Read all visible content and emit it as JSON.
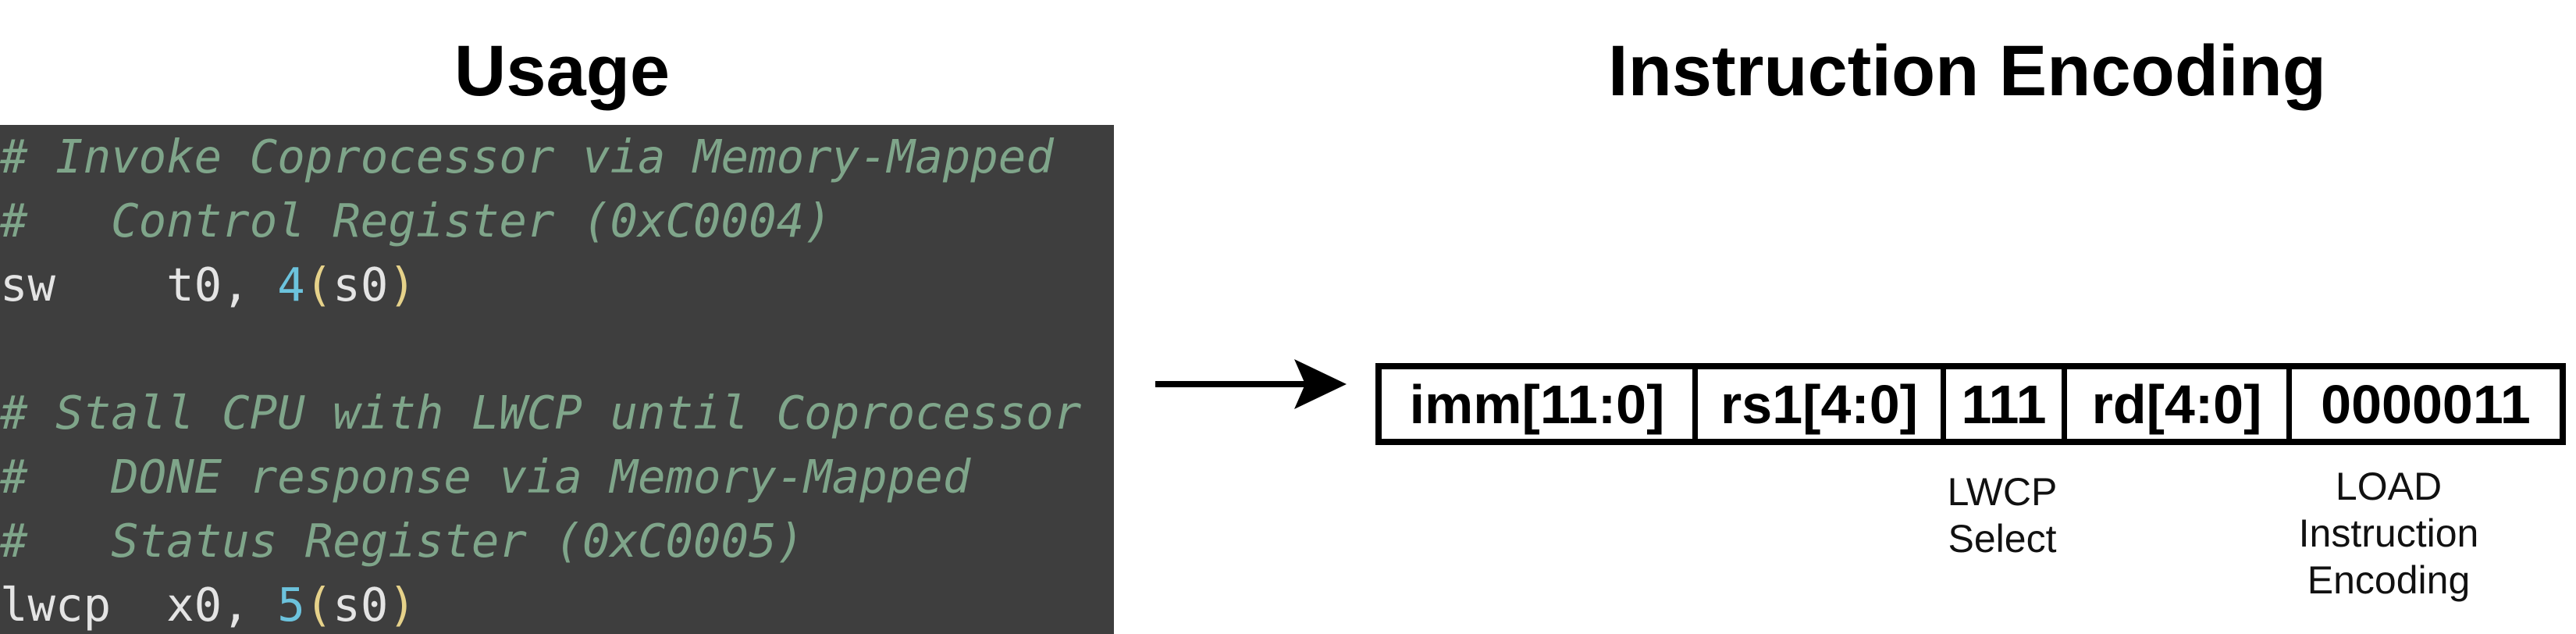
{
  "titles": {
    "usage": "Usage",
    "encoding": "Instruction Encoding"
  },
  "code": {
    "line1": "# Invoke Coprocessor via Memory-Mapped",
    "line2": "#   Control Register (0xC0004)",
    "line3": {
      "op": "sw",
      "pad": "    ",
      "reg": "t0, ",
      "offset": "4",
      "open": "(",
      "base": "s0",
      "close": ")"
    },
    "line5": "# Stall CPU with LWCP until Coprocessor",
    "line6": "#   DONE response via Memory-Mapped",
    "line7": "#   Status Register (0xC0005)",
    "line8": {
      "op": "lwcp",
      "pad": "  ",
      "reg": "x0, ",
      "offset": "5",
      "open": "(",
      "base": "s0",
      "close": ")"
    }
  },
  "encoding": {
    "fields": [
      "imm[11:0]",
      "rs1[4:0]",
      "111",
      "rd[4:0]",
      "0000011"
    ]
  },
  "captions": {
    "lwcp_line1": "LWCP",
    "lwcp_line2": "Select",
    "load_line1": "LOAD",
    "load_line2": "Instruction",
    "load_line3": "Encoding"
  },
  "colors": {
    "code_background": "#3e3e3e",
    "comment": "#7fa58a",
    "number": "#6cc3dd",
    "text": "#e4e4e4"
  },
  "icons": {
    "arrow": "right-arrow-icon"
  }
}
